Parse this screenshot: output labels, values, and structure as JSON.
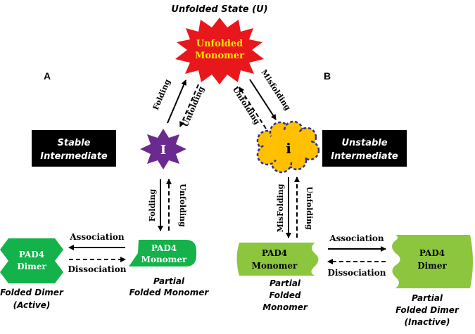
{
  "title": "Unfolded State (U)",
  "panel_a_label": "A",
  "panel_b_label": "B",
  "unfolded": {
    "line1": "Unfolded",
    "line2": "Monomer"
  },
  "stable_intermediate": {
    "line1": "Stable",
    "line2": "Intermediate",
    "symbol": "I"
  },
  "unstable_intermediate": {
    "line1": "Unstable",
    "line2": "Intermediate",
    "symbol": "i"
  },
  "arrows": {
    "folding": "Folding",
    "unfolding": "Unfolding",
    "misfolding": "Misfolding",
    "misfolding_vertical": "MisFolding",
    "association": "Association",
    "dissociation": "Dissociation"
  },
  "a_dimer": {
    "line1": "PAD4",
    "line2": "Dimer",
    "caption1": "Folded Dimer",
    "caption2": "(Active)"
  },
  "a_monomer": {
    "line1": "PAD4",
    "line2": "Monomer",
    "caption1": "Partial",
    "caption2": "Folded Monomer"
  },
  "b_monomer": {
    "line1": "PAD4",
    "line2": "Monomer",
    "caption1": "Partial",
    "caption2": "Folded",
    "caption3": "Monomer"
  },
  "b_dimer": {
    "line1": "PAD4",
    "line2": "Dimer",
    "caption1": "Partial",
    "caption2": "Folded Dimer",
    "caption3": "(Inactive)"
  },
  "colors": {
    "red_burst": "#e8171c",
    "red_text": "#ffe600",
    "purple": "#6b2a8f",
    "yellow": "#ffc000",
    "cloud_outline": "#2e2e8c",
    "dark_green": "#13b24a",
    "light_green": "#8cc63f",
    "black": "#000000"
  }
}
